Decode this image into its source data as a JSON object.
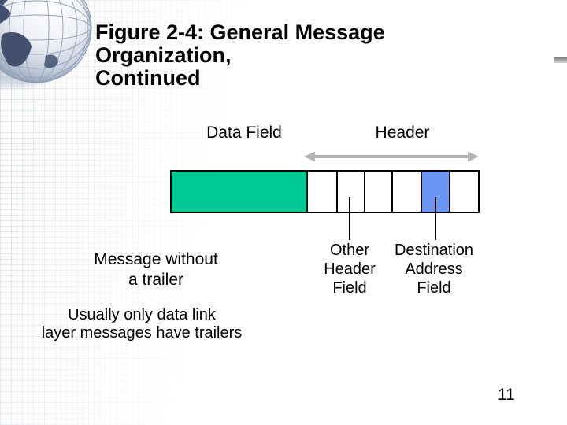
{
  "slide": {
    "title": "Figure 2-4: General Message Organization,\nContinued",
    "page_number": "11"
  },
  "diagram": {
    "data_field_label": "Data Field",
    "header_label": "Header",
    "message_caption": "Message without\na trailer",
    "other_header_caption": "Other\nHeader\nField",
    "destination_caption": "Destination\nAddress\nField",
    "trailer_note": "Usually only data link\nlayer messages have trailers",
    "box_fills": {
      "data_field": "#00C996",
      "header_plain": "#FFFFFF",
      "destination_address": "#6B96F3"
    },
    "arrow_color": "#B2B2B2",
    "box_border_color": "#000000"
  }
}
